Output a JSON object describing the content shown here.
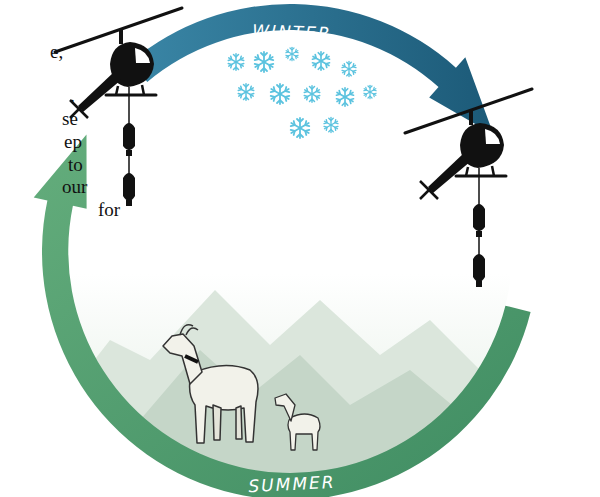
{
  "diagram": {
    "labels": [
      "WINTER",
      "e,",
      ".",
      "se",
      "ep",
      "to",
      "our",
      "for",
      "SUMMER"
    ]
  }
}
